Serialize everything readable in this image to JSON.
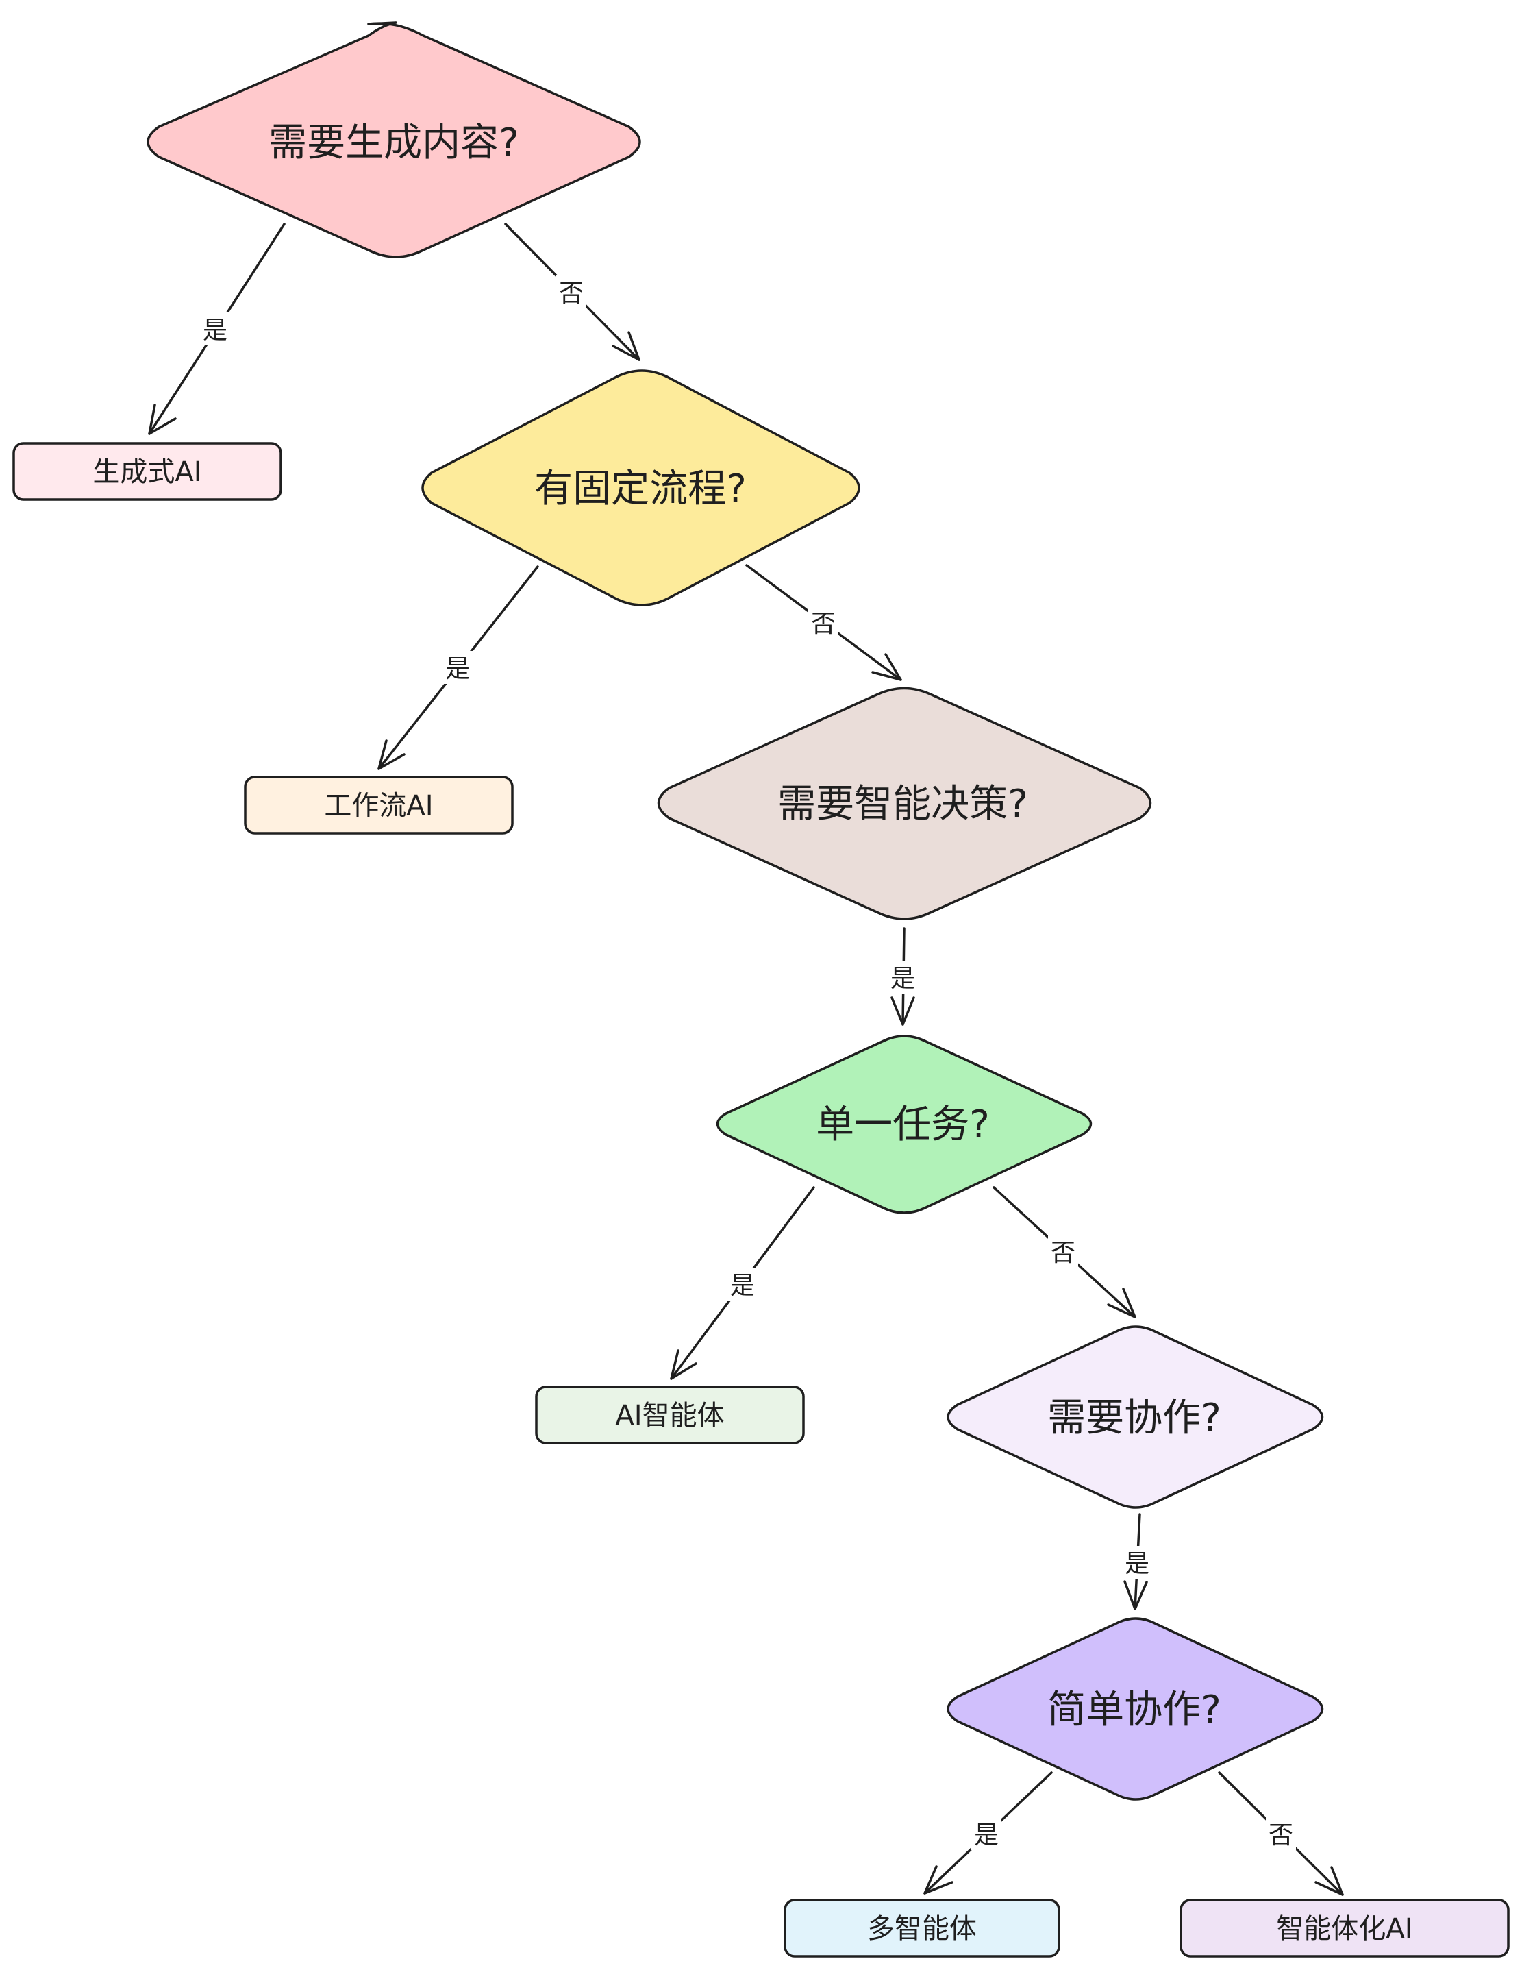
{
  "nodes": {
    "need_content": {
      "label": "需要生成内容?",
      "fill": "#ffc9cc"
    },
    "fixed_flow": {
      "label": "有固定流程?",
      "fill": "#fdeb9b"
    },
    "smart_decision": {
      "label": "需要智能决策?",
      "fill": "#eaddd9"
    },
    "single_task": {
      "label": "单一任务?",
      "fill": "#b1f2b8"
    },
    "need_collab": {
      "label": "需要协作?",
      "fill": "#f5edfb"
    },
    "simple_collab": {
      "label": "简单协作?",
      "fill": "#d0bffc"
    },
    "gen_ai": {
      "label": "生成式AI",
      "fill": "#ffe9ed"
    },
    "workflow_ai": {
      "label": "工作流AI",
      "fill": "#fff1e0"
    },
    "ai_agent": {
      "label": "AI智能体",
      "fill": "#e9f4e7"
    },
    "multi_agent": {
      "label": "多智能体",
      "fill": "#e1f3fb"
    },
    "agentic_ai": {
      "label": "智能体化AI",
      "fill": "#efe3f5"
    }
  },
  "edges": {
    "e1": {
      "label": "是"
    },
    "e2": {
      "label": "否"
    },
    "e3": {
      "label": "是"
    },
    "e4": {
      "label": "否"
    },
    "e5": {
      "label": "是"
    },
    "e6": {
      "label": "是"
    },
    "e7": {
      "label": "否"
    },
    "e8": {
      "label": "是"
    },
    "e9": {
      "label": "是"
    },
    "e10": {
      "label": "否"
    }
  }
}
